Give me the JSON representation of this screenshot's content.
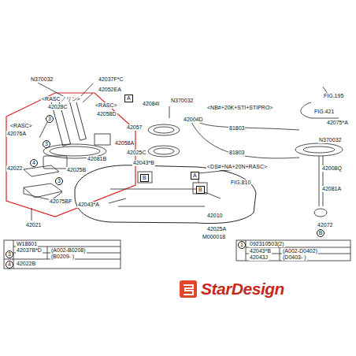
{
  "diagram": {
    "labels": [
      "N370032",
      "42037F*C",
      "42052EA",
      "<RASCノリン>",
      "42028C",
      "<RASC>",
      "42058D",
      "<RASC>",
      "42076A",
      "3",
      "3",
      "4",
      "3",
      "42058A",
      "42081B",
      "42022",
      "42025B",
      "42075BF",
      "42021",
      "42084I",
      "N370032",
      "42004D",
      "42057",
      "42025C",
      "42043*B",
      "A",
      "B",
      "B",
      "42043*A",
      "42010",
      "42025A",
      "M000018",
      "<NB#+20K+STI+STIPRO>",
      "81803",
      "81803",
      "<DS#+NA+20N+RASC>",
      "A",
      "FIG.810",
      "FIG.195",
      "FIG.421",
      "42075*A",
      "N370032",
      "42008Q",
      "42081A",
      "42072",
      "B",
      "3",
      "W18601",
      "42037B*D",
      "(A002-B0208)",
      "(B0209-   )",
      "4",
      "42022B",
      "1",
      "092310503(2)",
      "42043*B",
      "42043J",
      "(A002-D0402)",
      "(D0403-   )",
      "StarDesign"
    ]
  }
}
